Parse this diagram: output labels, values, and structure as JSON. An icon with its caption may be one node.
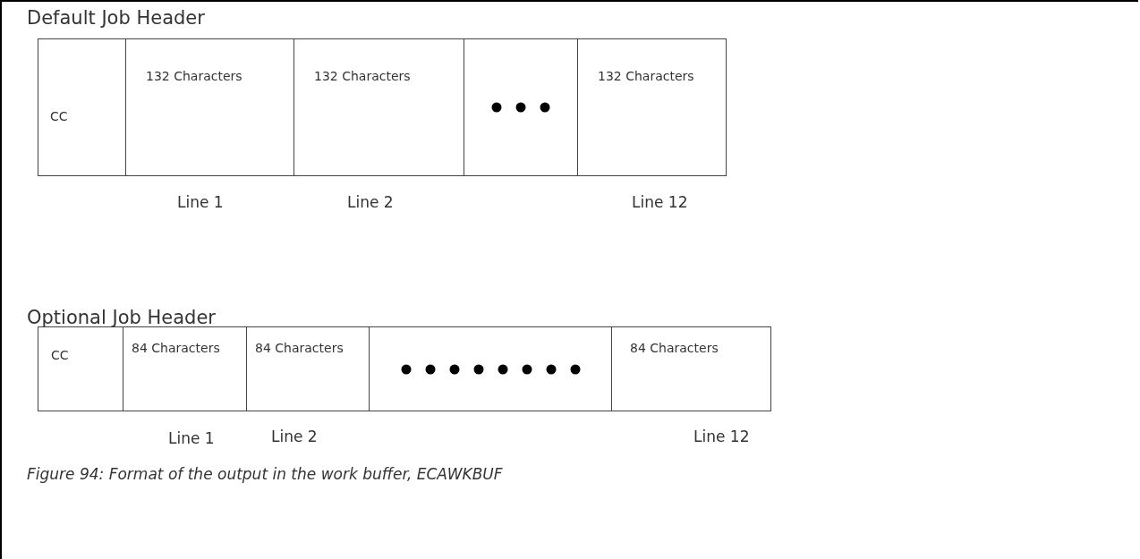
{
  "diagram": {
    "caption": "Figure 94: Format of the output in the work buffer, ECAWKBUF",
    "nodes": [
      {
        "text": [
          "CC"
        ]
      },
      {
        "text": [
          "132 Characters"
        ]
      },
      {
        "text": [
          "132 Characters"
        ]
      },
      {
        "text": [],
        "shape": "box"
      },
      {
        "text": [
          "132 Characters"
        ]
      },
      {
        "text": [
          "CC"
        ]
      },
      {
        "text": [
          "84 Characters"
        ]
      },
      {
        "text": [
          "84 Characters"
        ]
      },
      {
        "text": [],
        "shape": "box"
      },
      {
        "text": [
          "84 Characters"
        ]
      }
    ],
    "edges": [],
    "labels": [
      "Default Job Header",
      "Line 1",
      "Line 2",
      "Line 12",
      "Optional Job Header",
      "Line 1",
      "Line 2",
      "Line 12"
    ]
  }
}
